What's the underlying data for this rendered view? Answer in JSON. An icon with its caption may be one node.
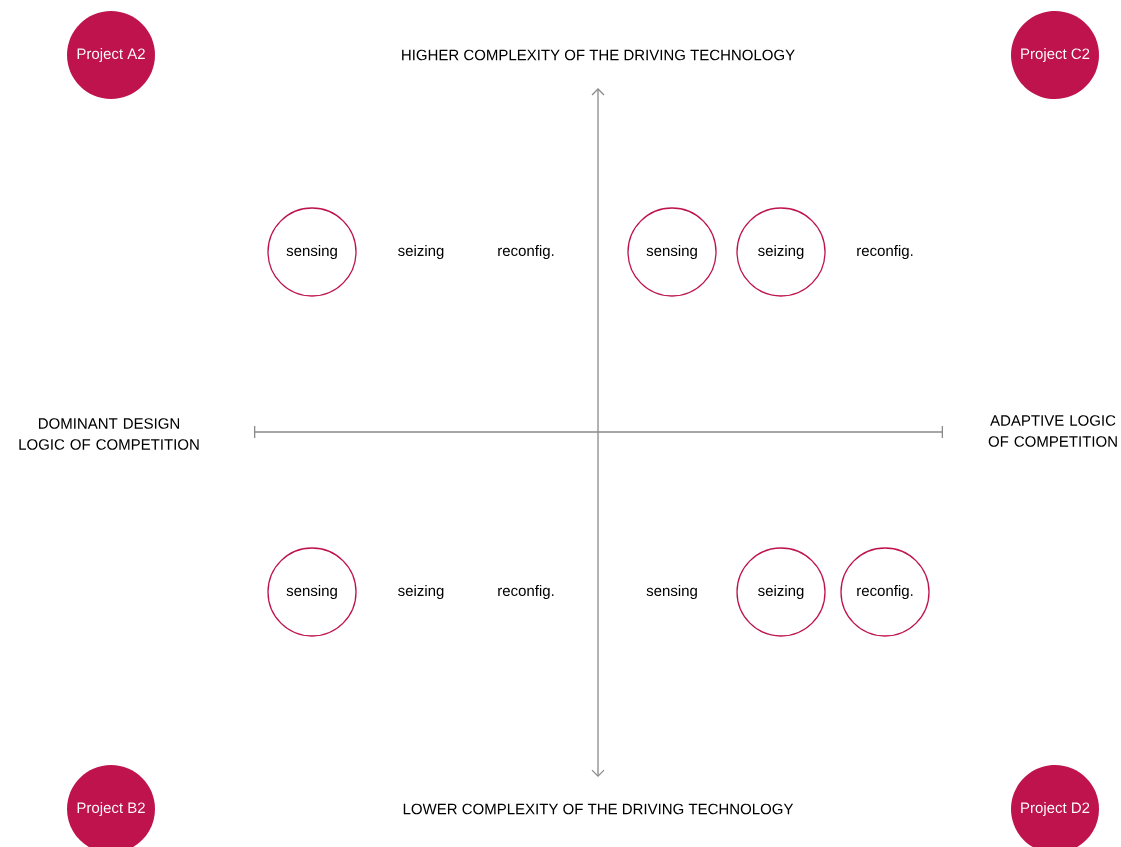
{
  "diagram": {
    "nodes": [
      {
        "text": [
          "Project A2"
        ]
      },
      {
        "text": [
          "Project C2"
        ]
      },
      {
        "text": [
          "sensing"
        ]
      },
      {
        "text": [
          "sensing"
        ]
      },
      {
        "text": [
          "seizing"
        ]
      },
      {
        "text": [
          "sensing"
        ]
      },
      {
        "text": [
          "seizing"
        ]
      },
      {
        "text": [
          "reconfig."
        ]
      },
      {
        "text": [
          "Project B2"
        ]
      },
      {
        "text": [
          "Project D2"
        ]
      }
    ],
    "labels": [
      "HIGHER COMPLEXITY OF THE DRIVING TECHNOLOGY",
      "seizing",
      "reconfig.",
      "reconfig.",
      "DOMINANT DESIGN LOGIC OF COMPETITION",
      "ADAPTIVE LOGIC OF COMPETITION",
      "seizing",
      "reconfig.",
      "sensing",
      "LOWER COMPLEXITY OF THE DRIVING TECHNOLOGY"
    ]
  }
}
